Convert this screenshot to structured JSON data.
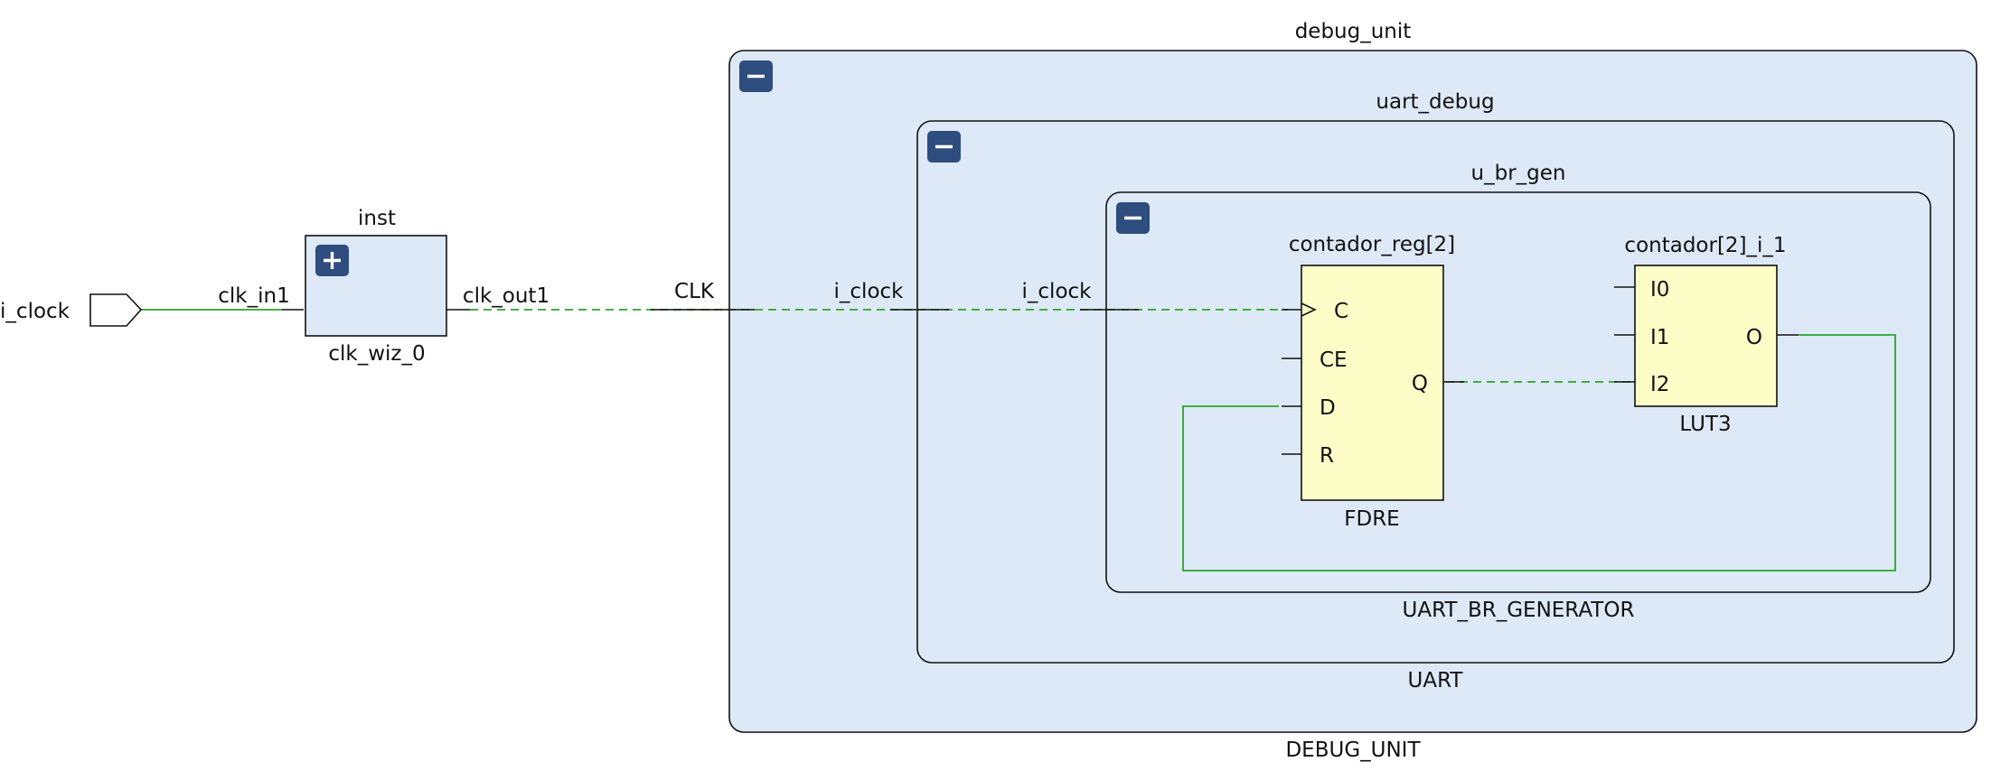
{
  "top_port": {
    "label": "i_clock"
  },
  "clk_inst": {
    "instance_name": "inst",
    "cell_name": "clk_wiz_0",
    "input_pin": "clk_in1",
    "output_pin": "clk_out1",
    "button": "+"
  },
  "debug_unit": {
    "instance_name": "debug_unit",
    "module_name": "DEBUG_UNIT",
    "input_pin": "CLK",
    "button": "−",
    "uart_debug": {
      "instance_name": "uart_debug",
      "module_name": "UART",
      "input_pin": "i_clock",
      "button": "−",
      "u_br_gen": {
        "instance_name": "u_br_gen",
        "module_name": "UART_BR_GENERATOR",
        "input_pin": "i_clock",
        "button": "−",
        "fdre": {
          "instance_name": "contador_reg[2]",
          "cell_type": "FDRE",
          "pins": {
            "c": "C",
            "ce": "CE",
            "d": "D",
            "r": "R",
            "q": "Q"
          }
        },
        "lut3": {
          "instance_name": "contador[2]_i_1",
          "cell_type": "LUT3",
          "pins": {
            "i0": "I0",
            "i1": "I1",
            "i2": "I2",
            "o": "O"
          }
        }
      }
    }
  },
  "colors": {
    "hierarchy_fill": "#dde9f6",
    "primitive_fill": "#fdfdc8",
    "net_highlight": "#2aa52a",
    "button": "#2e4d7f"
  }
}
